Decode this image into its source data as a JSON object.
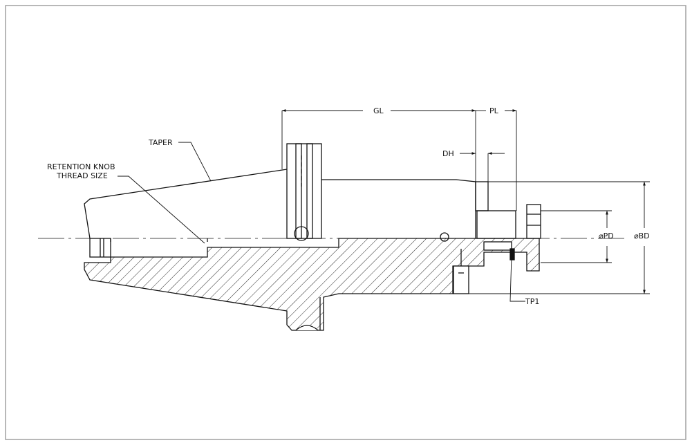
{
  "labels": {
    "gl": "GL",
    "pl": "PL",
    "dh": "DH",
    "taper": "TAPER",
    "retention_knob_line1": "RETENTION KNOB",
    "retention_knob_line2": "THREAD SIZE",
    "pd": "⌀PD",
    "bd": "⌀BD",
    "tp1": "TP1"
  },
  "colors": {
    "line": "#111111",
    "frame": "#a0a0a0",
    "background": "#ffffff"
  }
}
